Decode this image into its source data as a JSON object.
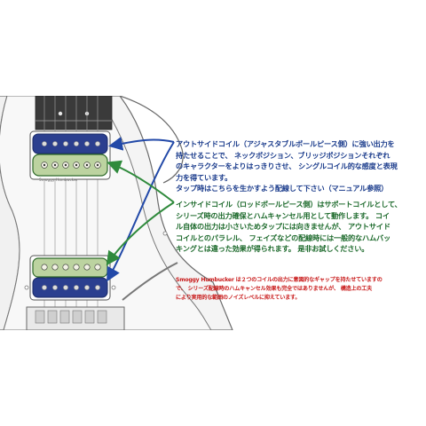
{
  "outside_coil": {
    "lines": [
      "アウトサイドコイル（アジャスタブルポールピース側）に強い出力を",
      "持たせることで、 ネックポジション、ブリッジポジションそれぞれ",
      "のキャラクターをよりはっきりさせ、 シングルコイル的な感度と表現",
      "力を得ています。",
      "タップ時はこちらを生かすよう配線して下さい（マニュアル参照）"
    ]
  },
  "inside_coil": {
    "lines": [
      "インサイドコイル（ロッドポールピース側）はサポートコイルとして、",
      "シリーズ時の出力確保とハムキャンセル用として動作します。 コイ",
      "ル自体の出力は小さいためタップには向きませんが、 アウトサイド",
      "コイルとのパラレル、 フェイズなどの配線時には一般的なハムバッ",
      "キングとは違った効果が得られます。 是非お試しください。"
    ]
  },
  "smoggy_note": {
    "lines": [
      "Smoggy Humbucker は２つのコイルの出力に意図的なギャップを持たせていますの",
      "で、 シリーズ配線時のハムキャンセル効果も完全ではありませんが、 構造上の工夫",
      "により実用的な範囲のノイズレベルに抑えています。"
    ]
  },
  "pickup_label": "Smoggy Humbucker",
  "colors": {
    "blue_text": "#1b3c8c",
    "green_text": "#1d6a2c",
    "red_text": "#c81818",
    "outside_coil": "#2b3f8f",
    "inside_coil": "#bcd3a0",
    "arrow_blue": "#2249a8",
    "arrow_green": "#2f8a3c"
  }
}
